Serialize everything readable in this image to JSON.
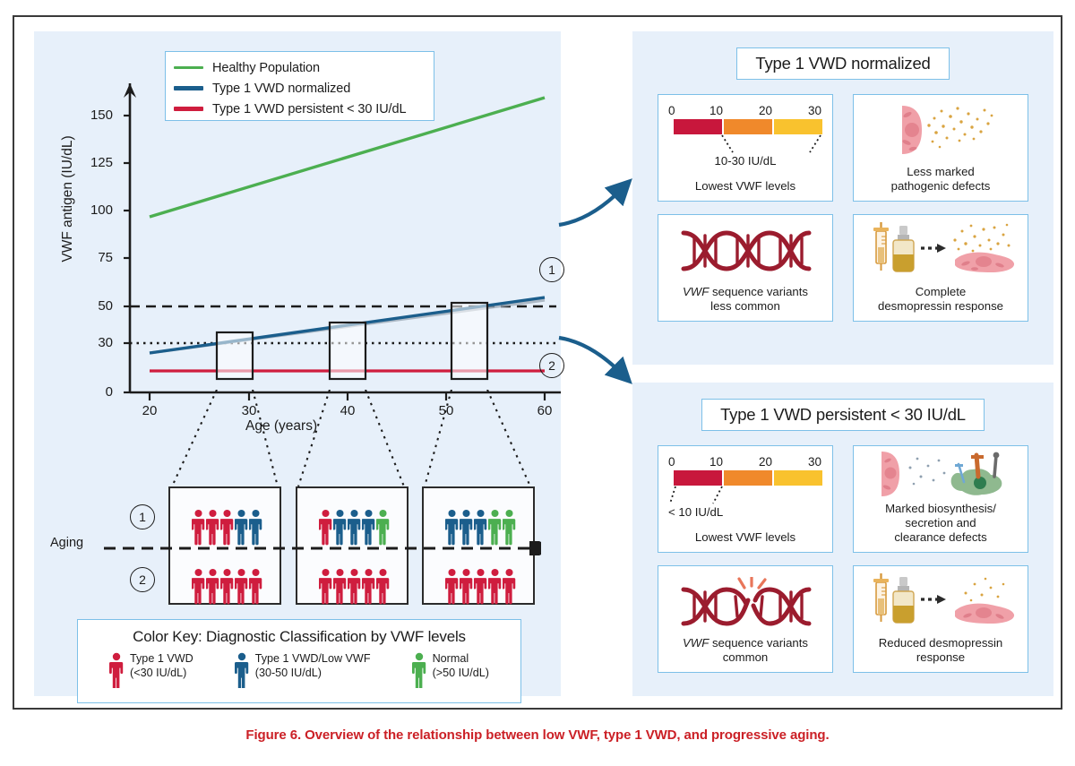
{
  "figure": {
    "caption": "Figure 6. Overview of the relationship between low VWF, type 1 VWD, and progressive aging."
  },
  "colors": {
    "red": "#cf1d3e",
    "blue": "#1b5e8c",
    "green": "#4caf50",
    "orange": "#f0892b",
    "yellow": "#f9c22e",
    "crimson_bar": "#c8173c",
    "panel_bg": "#e7f0fa",
    "card_border": "#7dc0e8",
    "caption_red": "#cb2026",
    "arrow_blue": "#1b5e8c"
  },
  "chart_data": {
    "type": "line",
    "title": "",
    "xlabel": "Age (years)",
    "ylabel": "VWF antigen (IU/dL)",
    "xlim": [
      20,
      60
    ],
    "ylim": [
      0,
      165
    ],
    "x_ticks": [
      20,
      30,
      40,
      50,
      60
    ],
    "y_ticks": [
      0,
      30,
      50,
      75,
      100,
      125,
      150
    ],
    "grid": false,
    "legend_position": "top-left",
    "series": [
      {
        "name": "Healthy Population",
        "color": "#4caf50",
        "x": [
          20,
          60
        ],
        "values": [
          96,
          163
        ]
      },
      {
        "name": "Type 1 VWD normalized",
        "color": "#1b5e8c",
        "x": [
          20,
          60
        ],
        "values": [
          24,
          56
        ]
      },
      {
        "name": "Type 1 VWD persistent < 30 IU/dL",
        "color": "#cf1d3e",
        "x": [
          20,
          60
        ],
        "values": [
          11,
          11
        ]
      }
    ],
    "reference_lines": [
      {
        "value": 50,
        "style": "dashed",
        "label": "50"
      },
      {
        "value": 30,
        "style": "dotted",
        "label": "30"
      }
    ],
    "highlight_boxes": [
      {
        "x_center": 27,
        "y_low": 7,
        "y_high": 35
      },
      {
        "x_center": 41,
        "y_low": 7,
        "y_high": 45
      },
      {
        "x_center": 53.5,
        "y_low": 7,
        "y_high": 54
      }
    ],
    "callouts": [
      {
        "id": "1",
        "label": "1"
      },
      {
        "id": "2",
        "label": "2"
      }
    ]
  },
  "legend": {
    "items": [
      {
        "label": "Healthy Population",
        "color": "#4caf50"
      },
      {
        "label": "Type 1 VWD normalized",
        "color": "#1b5e8c"
      },
      {
        "label": "Type 1 VWD persistent < 30 IU/dL",
        "color": "#cf1d3e"
      }
    ]
  },
  "aging": {
    "label": "Aging",
    "row1_marker": "1",
    "row2_marker": "2",
    "cohorts": [
      {
        "age": 27,
        "row1": [
          "red",
          "red",
          "red",
          "blue",
          "blue"
        ],
        "row2": [
          "red",
          "red",
          "red",
          "red",
          "red"
        ]
      },
      {
        "age": 41,
        "row1": [
          "red",
          "blue",
          "blue",
          "blue",
          "green"
        ],
        "row2": [
          "red",
          "red",
          "red",
          "red",
          "red"
        ]
      },
      {
        "age": 53,
        "row1": [
          "blue",
          "blue",
          "blue",
          "green",
          "green"
        ],
        "row2": [
          "red",
          "red",
          "red",
          "red",
          "red"
        ]
      }
    ]
  },
  "color_key": {
    "title": "Color Key: Diagnostic Classification by VWF levels",
    "items": [
      {
        "label": "Type 1 VWD",
        "range": "(<30 IU/dL)",
        "color": "#cf1d3e"
      },
      {
        "label": "Type 1 VWD/Low VWF",
        "range": "(30-50 IU/dL)",
        "color": "#1b5e8c"
      },
      {
        "label": "Normal",
        "range": "(>50 IU/dL)",
        "color": "#4caf50"
      }
    ]
  },
  "panels": [
    {
      "title": "Type 1 VWD normalized",
      "scale": {
        "ticks": [
          "0",
          "10",
          "20",
          "30"
        ],
        "segments": [
          "#c8173c",
          "#f0892b",
          "#f9c22e"
        ],
        "annotation": "10-30 IU/dL",
        "caption": "Lowest VWF levels"
      },
      "cards": [
        {
          "icon": "endothelial-cell-secreting-icon",
          "caption_line1": "Less marked",
          "caption_line2": "pathogenic defects"
        },
        {
          "icon": "dna-helix-icon",
          "caption_italic": "VWF",
          "caption_line1": " sequence variants",
          "caption_line2": "less common"
        },
        {
          "icon": "desmopressin-response-icon",
          "caption_line1": "Complete",
          "caption_line2": "desmopressin response"
        }
      ]
    },
    {
      "title": "Type 1 VWD persistent < 30 IU/dL",
      "scale": {
        "ticks": [
          "0",
          "10",
          "20",
          "30"
        ],
        "segments": [
          "#c8173c",
          "#f0892b",
          "#f9c22e"
        ],
        "annotation": "< 10 IU/dL",
        "caption": "Lowest VWF levels"
      },
      "cards": [
        {
          "icon": "macrophage-clearance-icon",
          "caption_line1": "Marked biosynthesis/",
          "caption_line2": "secretion and",
          "caption_line3": "clearance defects"
        },
        {
          "icon": "dna-helix-broken-icon",
          "caption_italic": "VWF",
          "caption_line1": " sequence variants",
          "caption_line2": "common"
        },
        {
          "icon": "desmopressin-reduced-icon",
          "caption_line1": "Reduced desmopressin",
          "caption_line2": "response"
        }
      ]
    }
  ]
}
